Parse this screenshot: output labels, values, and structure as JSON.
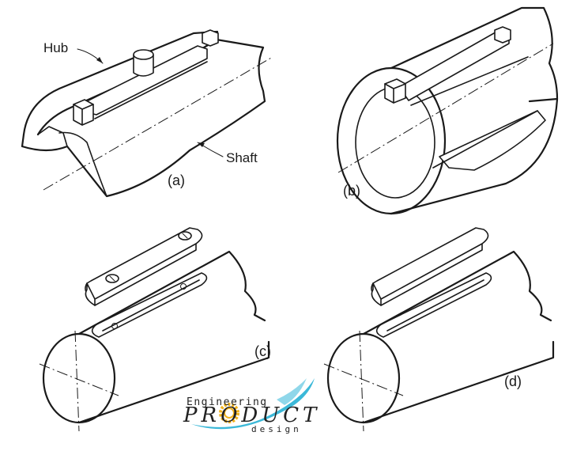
{
  "labels": {
    "hub": "Hub",
    "shaft": "Shaft"
  },
  "captions": {
    "a": "(a)",
    "b": "(b)",
    "c": "(c)",
    "d": "(d)"
  },
  "logo": {
    "line1": "Engineering",
    "line2": "PRODUCT",
    "line3": "design",
    "colors": {
      "gear": "#f2b21b",
      "swoosh": "#3bb8d8",
      "text": "#222222"
    }
  }
}
